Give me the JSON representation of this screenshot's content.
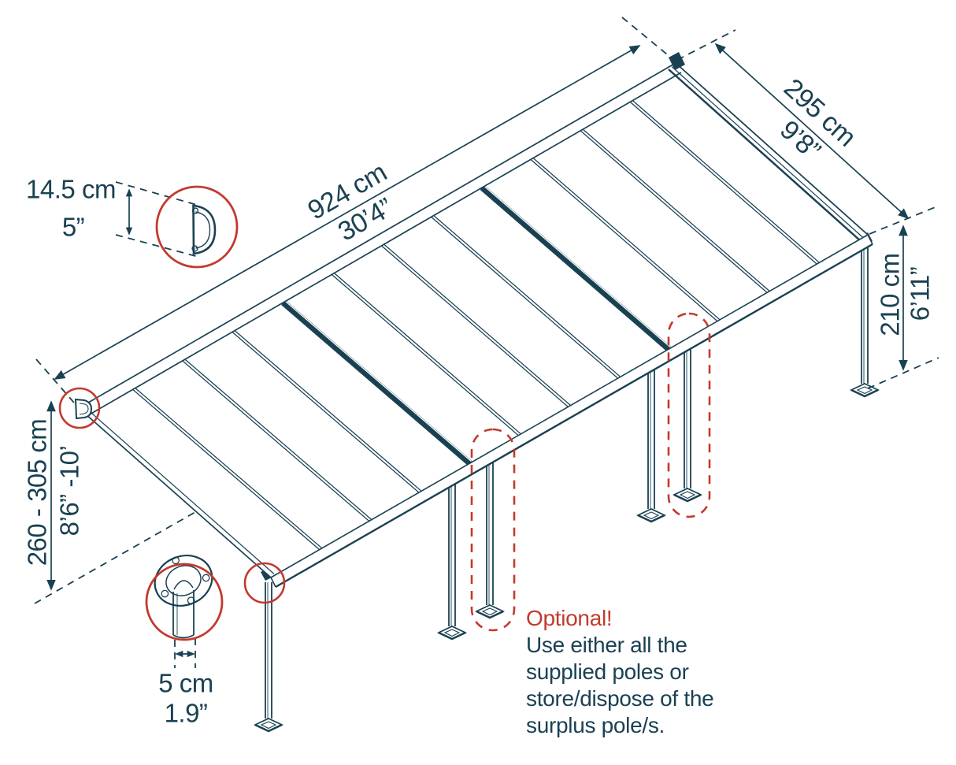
{
  "colors": {
    "ink": "#1a4152",
    "red": "#c23a2e"
  },
  "dimensions": {
    "length": {
      "metric": "924 cm",
      "imperial": "30’4”"
    },
    "depth": {
      "metric": "295 cm",
      "imperial": "9’8”"
    },
    "clearance_right": {
      "metric": "210 cm",
      "imperial": "6’11”"
    },
    "clearance_left": {
      "metric": "260 - 305 cm",
      "imperial": "8’6” -10’"
    },
    "profile_height": {
      "metric": "14.5 cm",
      "imperial": "5”"
    },
    "pole_diameter": {
      "metric": "5 cm",
      "imperial": "1.9”"
    }
  },
  "optional_note": {
    "title": "Optional!",
    "lines": [
      "Use either all the",
      "supplied poles or",
      "store/dispose of the",
      "surplus pole/s."
    ]
  }
}
